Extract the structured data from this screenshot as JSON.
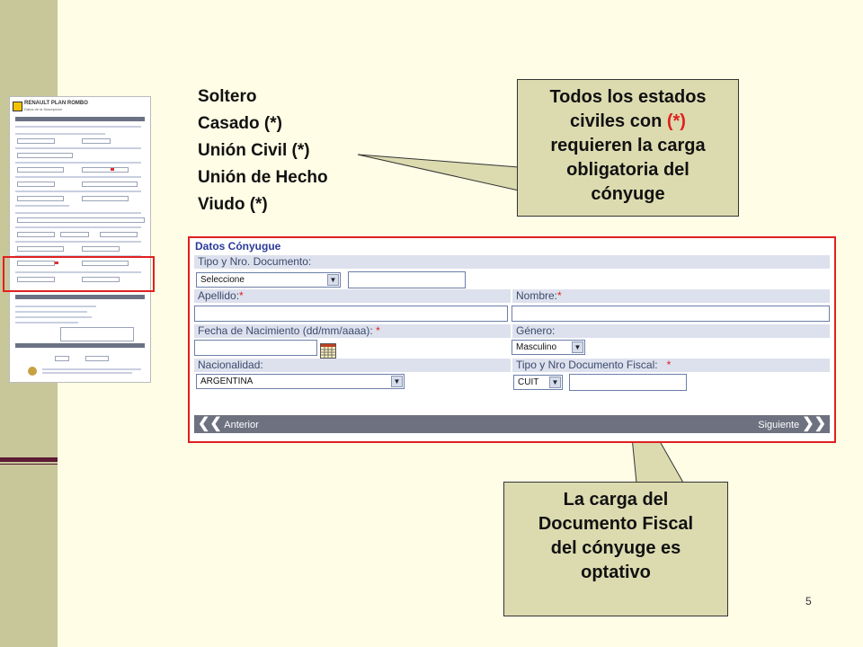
{
  "estados": {
    "items": [
      "Soltero",
      "Casado (*)",
      "Unión Civil (*)",
      "Unión de Hecho",
      "Viudo (*)"
    ]
  },
  "callout_top": {
    "line1": "Todos los estados",
    "line2_pre": "civiles con ",
    "line2_mark": "(*)",
    "line3": "requieren la carga",
    "line4": "obligatoria del",
    "line5": "cónyuge"
  },
  "callout_bottom": {
    "line1": "La carga del",
    "line2": "Documento Fiscal",
    "line3": "del cónyuge es",
    "line4": "optativo"
  },
  "thumbnail": {
    "brand": "RENAULT PLAN ROMBO",
    "subtitle": "Datos de la Suscripción"
  },
  "form": {
    "title": "Datos Cónyugue",
    "tipo_doc_label": "Tipo y Nro. Documento:",
    "tipo_doc_value": "Seleccione",
    "apellido_label": "Apellido:",
    "nombre_label": "Nombre:",
    "fecha_label": "Fecha de Nacimiento (dd/mm/aaaa): ",
    "genero_label": "Género:",
    "genero_value": "Masculino",
    "nacionalidad_label": "Nacionalidad:",
    "nacionalidad_value": "ARGENTINA",
    "doc_fiscal_label": "Tipo y Nro Documento Fiscal:",
    "doc_fiscal_type": "CUIT",
    "required_mark": "*",
    "prev_label": "Anterior",
    "next_label": "Siguiente",
    "prev_chevron": "❮❮",
    "next_chevron": "❯❯"
  },
  "page_number": "5"
}
